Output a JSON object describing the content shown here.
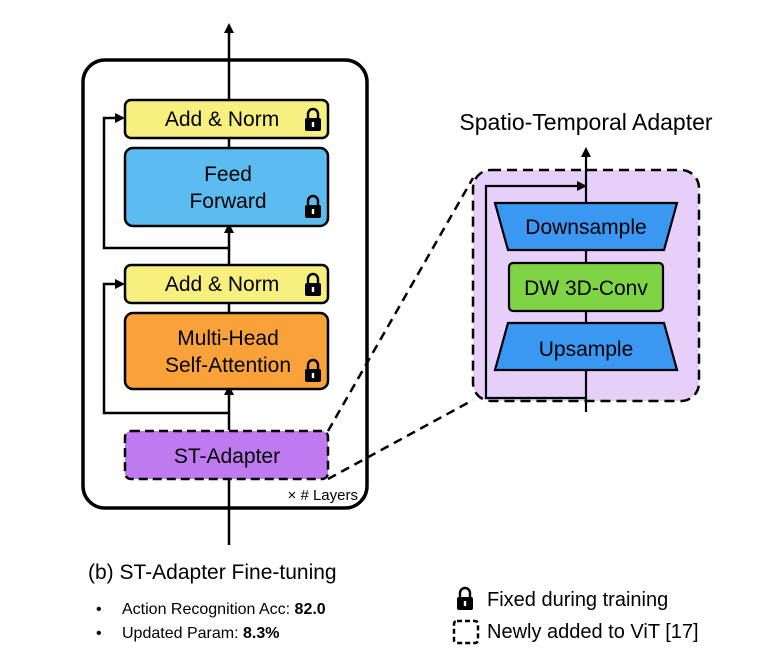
{
  "transformer_block": {
    "add_norm_top": "Add & Norm",
    "feed_forward_line1": "Feed",
    "feed_forward_line2": "Forward",
    "add_norm_bottom": "Add & Norm",
    "mhsa_line1": "Multi-Head",
    "mhsa_line2": "Self-Attention",
    "st_adapter": "ST-Adapter",
    "layers_label": "× # Layers"
  },
  "adapter_detail": {
    "title": "Spatio-Temporal Adapter",
    "downsample": "Downsample",
    "dw_conv": "DW 3D-Conv",
    "upsample": "Upsample"
  },
  "caption": {
    "title": "(b) ST-Adapter Fine-tuning",
    "metrics": [
      {
        "label": "Action Recognition Acc:",
        "value": "82.0"
      },
      {
        "label": "Updated Param:",
        "value": "8.3%"
      }
    ]
  },
  "legend": {
    "fixed": "Fixed during training",
    "new": "Newly added to ViT [17]"
  },
  "colors": {
    "add_norm": "#f7f07f",
    "feed_forward": "#5bbcf0",
    "mhsa": "#f9a23a",
    "st_adapter": "#c07af0",
    "adapter_bg": "#e6d0fa",
    "downsample": "#3a97f2",
    "dw_conv": "#7ed445",
    "upsample": "#3a97f2"
  }
}
